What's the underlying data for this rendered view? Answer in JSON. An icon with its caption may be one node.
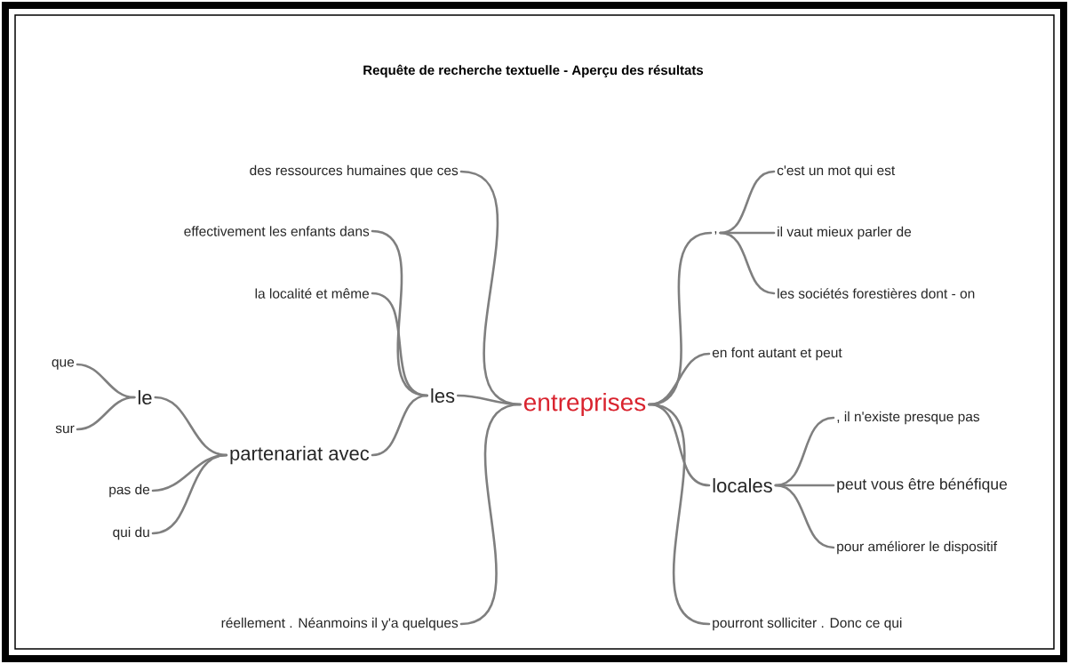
{
  "diagram": {
    "title": "Requête de recherche textuelle - Aperçu des résultats",
    "nodes": [
      {
        "text": [
          "entreprises"
        ]
      },
      {
        "text": [
          "les"
        ]
      },
      {
        "text": [
          "des ressources humaines que ces"
        ]
      },
      {
        "text": [
          "effectivement les enfants dans"
        ]
      },
      {
        "text": [
          "la localité et même"
        ]
      },
      {
        "text": [
          "partenariat avec"
        ]
      },
      {
        "text": [
          "le"
        ]
      },
      {
        "text": [
          "que"
        ]
      },
      {
        "text": [
          "sur"
        ]
      },
      {
        "text": [
          "pas de"
        ]
      },
      {
        "text": [
          "qui du"
        ]
      },
      {
        "text": [
          "réellement . Néanmoins il y'a quelques"
        ]
      },
      {
        "text": [
          ","
        ]
      },
      {
        "text": [
          "c'est un mot qui est"
        ]
      },
      {
        "text": [
          "il vaut mieux parler de"
        ]
      },
      {
        "text": [
          "les sociétés forestières dont - on"
        ]
      },
      {
        "text": [
          "en font autant et peut"
        ]
      },
      {
        "text": [
          "locales"
        ]
      },
      {
        "text": [
          ", il n'existe presque pas"
        ]
      },
      {
        "text": [
          "peut vous être bénéfique"
        ]
      },
      {
        "text": [
          "pour améliorer le dispositif"
        ]
      },
      {
        "text": [
          "pourront solliciter . Donc ce qui"
        ]
      }
    ],
    "edges": [
      {
        "from": 1,
        "to": 0,
        "arrow": "none"
      },
      {
        "from": 2,
        "to": 0,
        "arrow": "none"
      },
      {
        "from": 11,
        "to": 0,
        "arrow": "none"
      },
      {
        "from": 3,
        "to": 1,
        "arrow": "none"
      },
      {
        "from": 4,
        "to": 1,
        "arrow": "none"
      },
      {
        "from": 5,
        "to": 1,
        "arrow": "none"
      },
      {
        "from": 6,
        "to": 5,
        "arrow": "none"
      },
      {
        "from": 9,
        "to": 5,
        "arrow": "none"
      },
      {
        "from": 10,
        "to": 5,
        "arrow": "none"
      },
      {
        "from": 7,
        "to": 6,
        "arrow": "none"
      },
      {
        "from": 8,
        "to": 6,
        "arrow": "none"
      },
      {
        "from": 0,
        "to": 12,
        "arrow": "none"
      },
      {
        "from": 0,
        "to": 16,
        "arrow": "none"
      },
      {
        "from": 0,
        "to": 17,
        "arrow": "none"
      },
      {
        "from": 0,
        "to": 21,
        "arrow": "none"
      },
      {
        "from": 12,
        "to": 13,
        "arrow": "none"
      },
      {
        "from": 12,
        "to": 14,
        "arrow": "none"
      },
      {
        "from": 12,
        "to": 15,
        "arrow": "none"
      },
      {
        "from": 17,
        "to": 18,
        "arrow": "none"
      },
      {
        "from": 17,
        "to": 19,
        "arrow": "none"
      },
      {
        "from": 17,
        "to": 20,
        "arrow": "none"
      }
    ]
  }
}
